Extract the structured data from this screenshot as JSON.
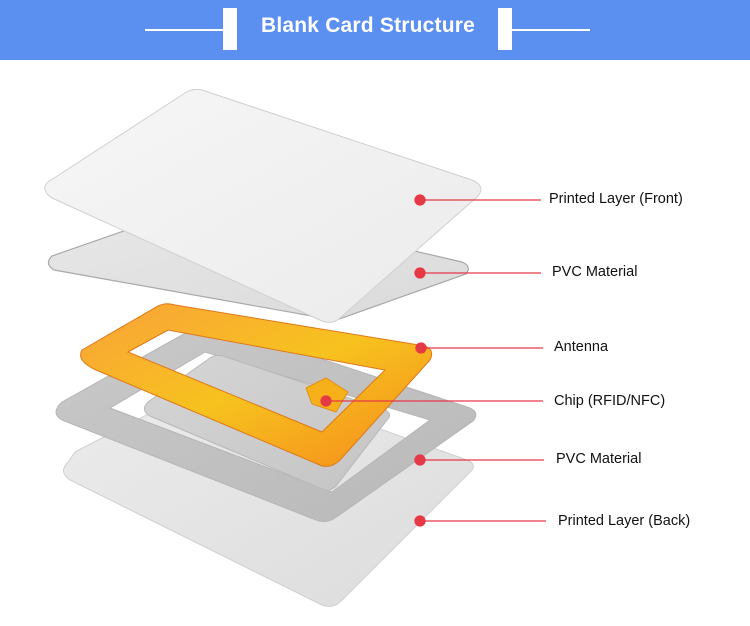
{
  "header": {
    "title": "Blank Card Structure"
  },
  "colors": {
    "header_bg": "#5b8ff0",
    "antenna": "#f58c1e",
    "chip": "#f7b219",
    "leader_line": "#e63946"
  },
  "layers": [
    {
      "label": "Printed Layer (Front)"
    },
    {
      "label": "PVC Material"
    },
    {
      "label": "Antenna"
    },
    {
      "label": "Chip (RFID/NFC)"
    },
    {
      "label": "PVC Material"
    },
    {
      "label": "Printed Layer (Back)"
    }
  ]
}
